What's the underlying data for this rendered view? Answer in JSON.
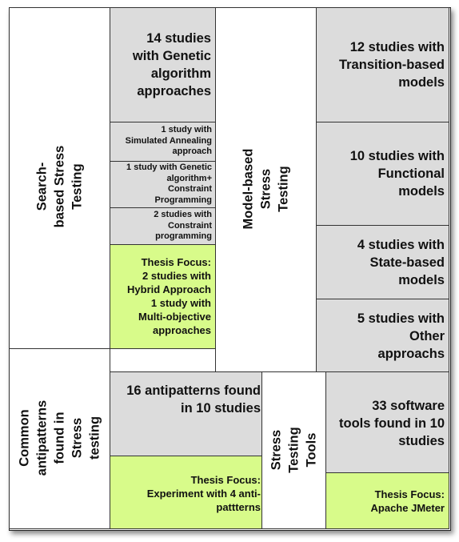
{
  "search_based": {
    "heading": "Search-\nbased Stress\nTesting",
    "genetic": "14 studies\nwith Genetic\nalgorithm\napproaches",
    "annealing": "1 study with\nSimulated Annealing\napproach",
    "genetic_constraint": "1 study with Genetic\nalgorithm+\nConstraint\nProgramming",
    "constraint": "2 studies with\nConstraint\nprogramming",
    "focus": "Thesis Focus:\n2 studies with\nHybrid Approach\n1 study with\nMulti-objective\napproaches"
  },
  "model_based": {
    "heading": "Model-based\nStress\nTesting",
    "transition": "12 studies with\nTransition-based\nmodels",
    "functional": "10 studies with\nFunctional\nmodels",
    "state": "4 studies with\nState-based\nmodels",
    "other": "5 studies with\nOther\napproachs"
  },
  "antipatterns": {
    "heading": "Common\nantipatterns\nfound in\nStress\ntesting",
    "found": "16 antipatterns found\nin 10 studies",
    "focus": "Thesis Focus:\nExperiment with 4 anti-\npattterns"
  },
  "tools": {
    "heading": "Stress\nTesting\nTools",
    "found": "33 software\ntools found in 10\nstudies",
    "focus": "Thesis Focus:\nApache JMeter"
  },
  "colors": {
    "gray": "#dcdcdc",
    "green": "#d8fb8a",
    "border": "#333333"
  }
}
